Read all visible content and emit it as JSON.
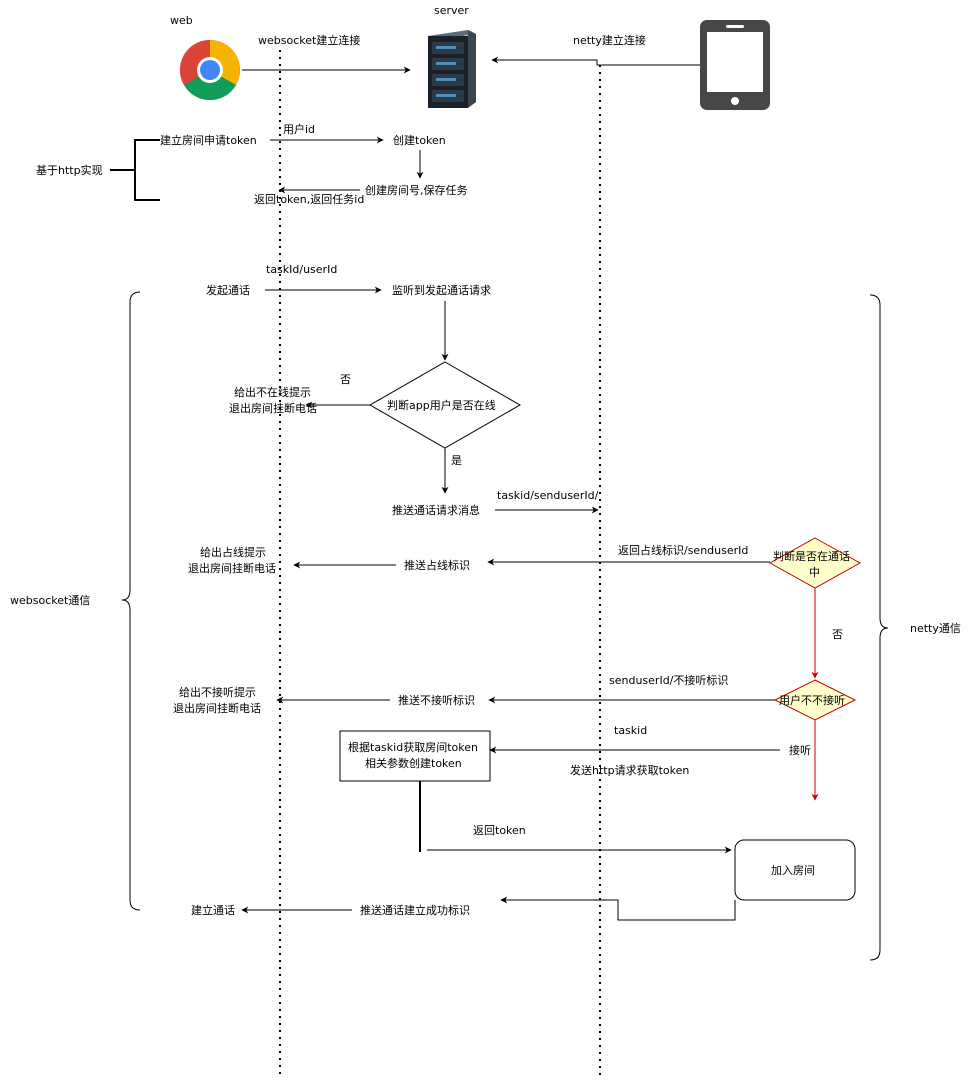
{
  "actors": {
    "web": "web",
    "server": "server"
  },
  "icons": {
    "web": "chrome-browser-icon",
    "server": "server-rack-icon",
    "app": "mobile-phone-icon"
  },
  "colors": {
    "line": "#000000",
    "lifeline": "#000000",
    "decision_fill": "#ffffcc",
    "decision_stroke": "#cc0000",
    "red_flow": "#cc0000"
  },
  "connections": {
    "websocket": "websocket建立连接",
    "netty": "netty建立连接"
  },
  "brackets": {
    "http": "基于http实现",
    "websocket": "websocket通信",
    "netty": "netty通信"
  },
  "http_section": {
    "request_token": "建立房间申请token",
    "user_id": "用户id",
    "create_token": "创建token",
    "create_room": "创建房间号,保存任务",
    "return_token": "返回token,返回任务id"
  },
  "call_section": {
    "taskid_userid": "taskId/userId",
    "start_call": "发起通话",
    "listen_call": "监听到发起通话请求",
    "check_online": "判断app用户是否在线",
    "no": "否",
    "yes": "是",
    "offline_tip_1": "给出不在线提示",
    "offline_tip_2": "退出房间挂断电话",
    "push_request": "推送通话请求消息",
    "taskid_senduserid": "taskid/senduserId/",
    "return_busy": "返回占线标识/senduserId",
    "check_in_call_1": "判断是否在通话",
    "check_in_call_2": "中",
    "push_busy": "推送占线标识",
    "busy_tip_1": "给出占线提示",
    "busy_tip_2": "退出房间挂断电话",
    "no2": "否",
    "senduserid_reject": "senduserId/不接听标识",
    "user_reject": "用户不不接听",
    "push_reject": "推送不接听标识",
    "reject_tip_1": "给出不接听提示",
    "reject_tip_2": "退出房间挂断电话",
    "taskid": "taskid",
    "answer": "接听",
    "get_token_1": "根据taskid获取房间token",
    "get_token_2": "相关参数创建token",
    "send_http": "发送http请求获取token",
    "return_token2": "返回token",
    "join_room": "加入房间",
    "push_success": "推送通话建立成功标识",
    "call_established": "建立通话"
  }
}
